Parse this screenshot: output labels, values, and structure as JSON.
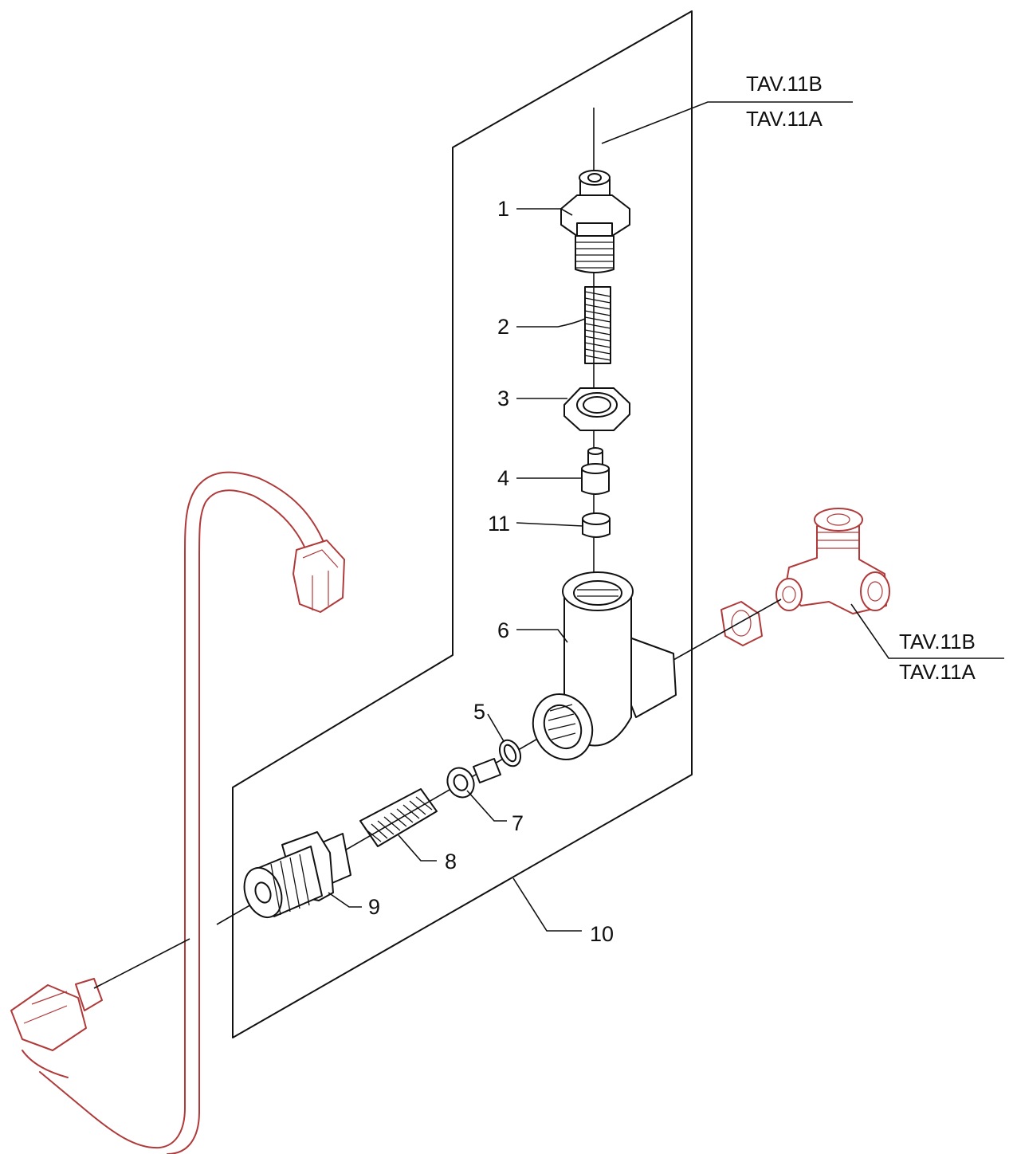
{
  "labels": {
    "p1": "1",
    "p2": "2",
    "p3": "3",
    "p4": "4",
    "p5": "5",
    "p6": "6",
    "p7": "7",
    "p8": "8",
    "p9": "9",
    "p10": "10",
    "p11": "11"
  },
  "references": {
    "top_upper": "TAV.11B",
    "top_lower": "TAV.11A",
    "right_upper": "TAV.11B",
    "right_lower": "TAV.11A"
  },
  "colors": {
    "line": "#111111",
    "reference_parts": "#b03a3a",
    "background": "#ffffff"
  }
}
